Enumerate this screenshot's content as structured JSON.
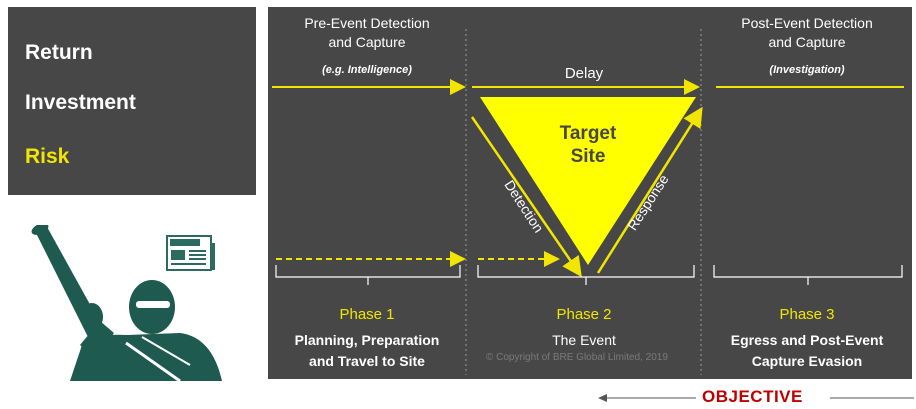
{
  "side_panel": {
    "items": [
      {
        "label": "Return",
        "color": "#ffffff"
      },
      {
        "label": "Investment",
        "color": "#ffffff"
      },
      {
        "label": "Risk",
        "color": "#f2e600"
      }
    ]
  },
  "diagram": {
    "headers": {
      "pre": {
        "line1": "Pre-Event Detection",
        "line2": "and Capture",
        "sub": "(e.g. Intelligence)"
      },
      "post": {
        "line1": "Post-Event Detection",
        "line2": "and Capture",
        "sub": "(Investigation)"
      }
    },
    "delay_label": "Delay",
    "target_label_1": "Target",
    "target_label_2": "Site",
    "detection_label": "Detection",
    "response_label": "Response",
    "phases": [
      {
        "title": "Phase 1",
        "line1": "Planning, Preparation",
        "line2": "and Travel to Site"
      },
      {
        "title": "Phase 2",
        "line1": "The Event",
        "line2": ""
      },
      {
        "title": "Phase 3",
        "line1": "Egress and Post-Event",
        "line2": "Capture Evasion"
      }
    ],
    "copyright": "© Copyright of BRE Global Limited, 2019"
  },
  "objective_label": "OBJECTIVE",
  "icons": {
    "figure": "armed-figure-icon",
    "news": "newspaper-icon"
  },
  "colors": {
    "panel": "#474747",
    "accent": "#f2e600",
    "objective": "#c00000",
    "figure": "#1e5a50"
  }
}
